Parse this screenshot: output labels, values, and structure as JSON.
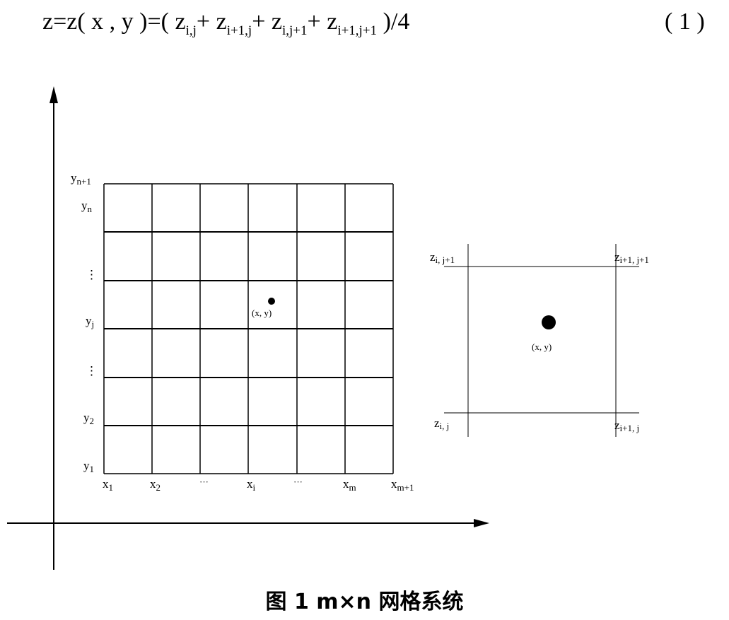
{
  "equation": {
    "lhs": "z=z( x , y )=( ",
    "t1": "z",
    "t1_sub": "i,j",
    "plus1": "+ ",
    "t2": "z",
    "t2_sub": "i+1,j",
    "plus2": "+ ",
    "t3": "z",
    "t3_sub": "i,j+1",
    "plus3": "+ ",
    "t4": "z",
    "t4_sub": "i+1,j+1",
    "tail": " )/4",
    "number": "( 1 )"
  },
  "grid": {
    "y_labels": {
      "yn1": "y",
      "yn1_sub": "n+1",
      "yn": "y",
      "yn_sub": "n",
      "vdots1": "⋮",
      "yj": "y",
      "yj_sub": "j",
      "vdots2": "⋮",
      "y2": "y",
      "y2_sub": "2",
      "y1": "y",
      "y1_sub": "1"
    },
    "x_labels": {
      "x1": "x",
      "x1_sub": "1",
      "x2": "x",
      "x2_sub": "2",
      "dots1": "···",
      "xi": "x",
      "xi_sub": "i",
      "dots2": "···",
      "xm": "x",
      "xm_sub": "m",
      "xm1": "x",
      "xm1_sub": "m+1"
    },
    "point_label": "(x,  y)"
  },
  "cell": {
    "top_left": "z",
    "top_left_sub": "i,  j+1",
    "top_right": "z",
    "top_right_sub": "i+1,  j+1",
    "bottom_left": "z",
    "bottom_left_sub": "i,  j",
    "bottom_right": "z",
    "bottom_right_sub": "i+1,  j",
    "point_label": "(x,  y)"
  },
  "caption": "图 1  m×n 网格系统"
}
